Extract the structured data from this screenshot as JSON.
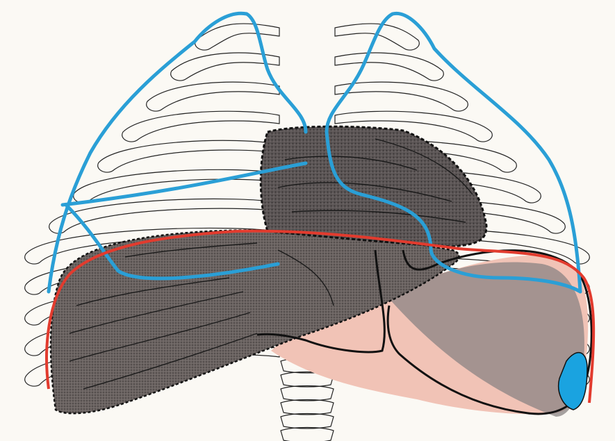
{
  "figure": {
    "background": "#fbf9f4",
    "colors": {
      "rib_outline": "#222222",
      "lung_boundary": "#2a9fd6",
      "diaphragm_line": "#e23b2e",
      "dark_shading": "#555050",
      "pink_region": "#f1c3b6",
      "pleural_recess": "#1aa3e0",
      "organ_outline": "#111111"
    },
    "regions": [
      {
        "name": "thoracic-cage",
        "kind": "outline"
      },
      {
        "name": "lung-boundary-right",
        "kind": "line"
      },
      {
        "name": "lung-boundary-left",
        "kind": "line"
      },
      {
        "name": "heart-area",
        "kind": "shaded-dashed"
      },
      {
        "name": "liver",
        "kind": "shaded-dashed"
      },
      {
        "name": "stomach",
        "kind": "pink-outlined"
      },
      {
        "name": "diaphragm-line",
        "kind": "line"
      },
      {
        "name": "vertebral-column",
        "kind": "outline"
      }
    ]
  }
}
